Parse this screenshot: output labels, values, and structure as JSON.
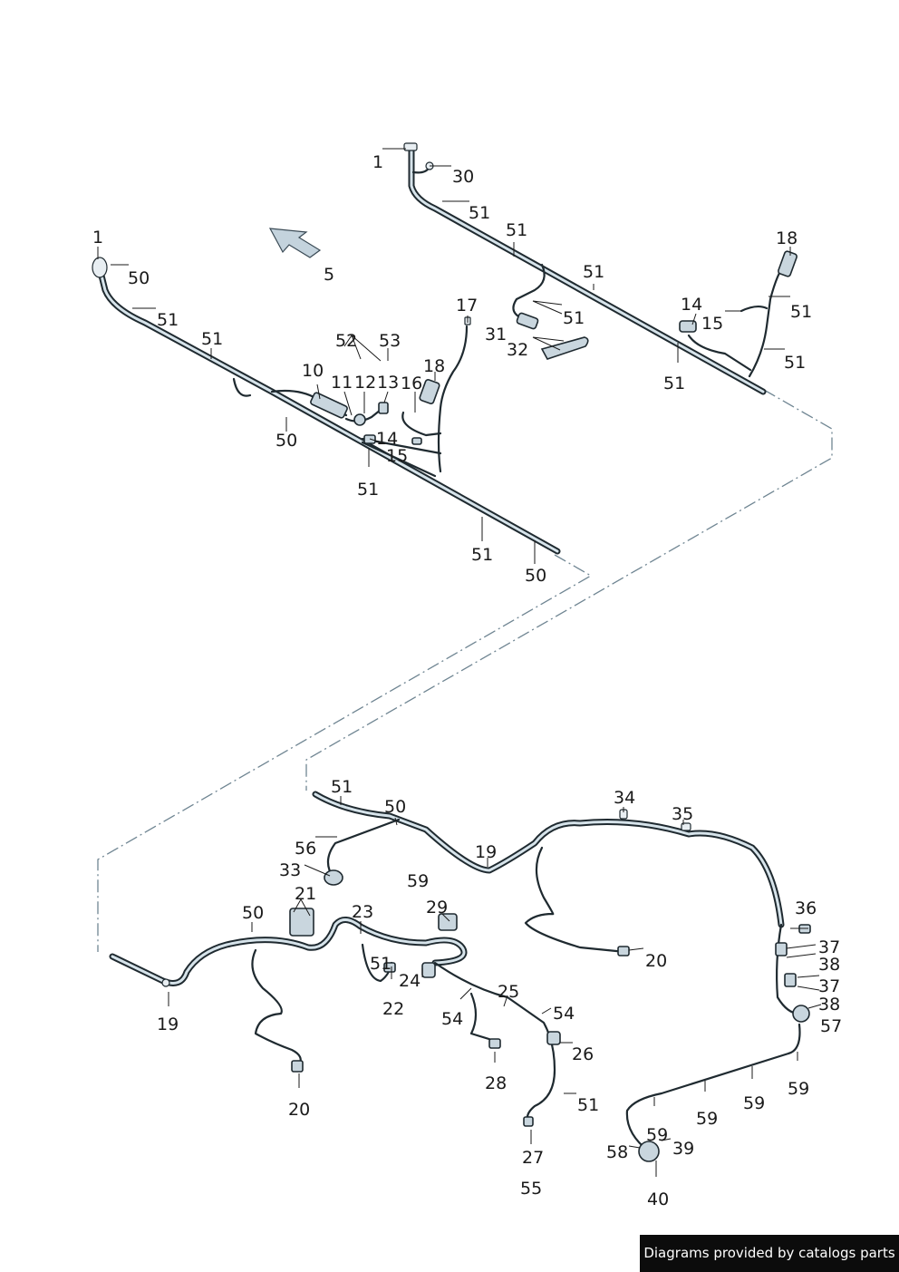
{
  "diagram": {
    "callouts": {
      "top_right": [
        "1",
        "30",
        "51",
        "51",
        "51",
        "51",
        "31",
        "32",
        "51",
        "14",
        "15",
        "18",
        "51",
        "51"
      ],
      "top_left": [
        "1",
        "50",
        "51",
        "51",
        "5",
        "52",
        "53",
        "17",
        "10",
        "11",
        "12",
        "13",
        "16",
        "18",
        "14",
        "15",
        "50",
        "51",
        "51",
        "50"
      ],
      "bottom": [
        "51",
        "50",
        "19",
        "34",
        "35",
        "56",
        "33",
        "59",
        "21",
        "50",
        "23",
        "29",
        "20",
        "36",
        "37",
        "38",
        "37",
        "38",
        "57",
        "51",
        "24",
        "22",
        "25",
        "54",
        "54",
        "19",
        "26",
        "28",
        "20",
        "51",
        "59",
        "59",
        "59",
        "59",
        "39",
        "58",
        "27",
        "55",
        "40"
      ]
    }
  },
  "footer": {
    "text": "Diagrams provided by catalogs parts"
  }
}
